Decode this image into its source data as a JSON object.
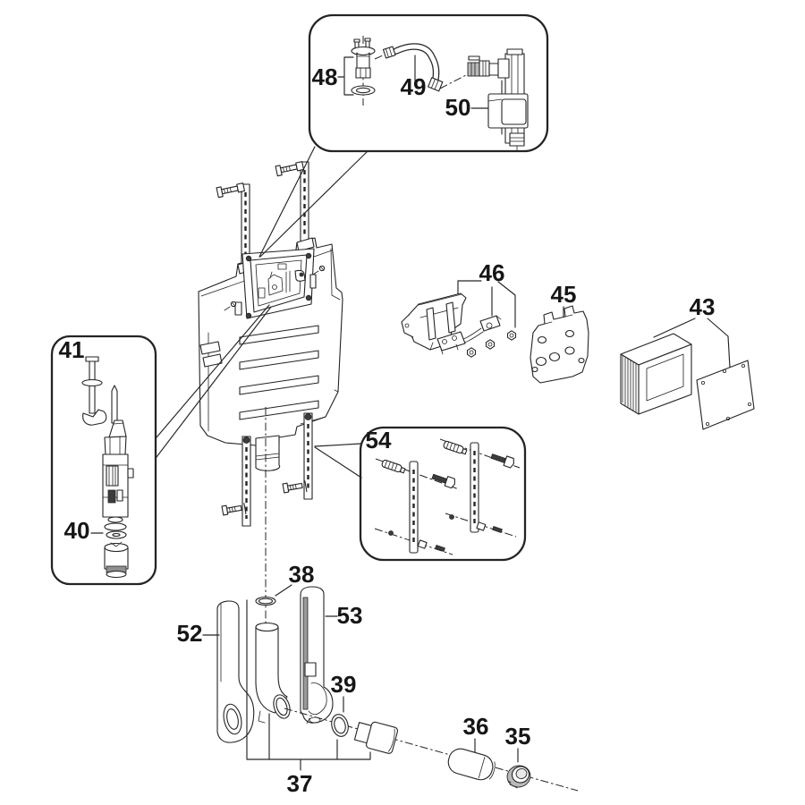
{
  "diagram": {
    "kind": "exploded-parts-diagram",
    "background_color": "#ffffff",
    "line_color": "#242424",
    "label_color": "#161616"
  },
  "labels": {
    "p35": "35",
    "p36": "36",
    "p37": "37",
    "p38": "38",
    "p39": "39",
    "p40": "40",
    "p41": "41",
    "p43": "43",
    "p45": "45",
    "p46": "46",
    "p48": "48",
    "p49": "49",
    "p50": "50",
    "p52": "52",
    "p53": "53",
    "p54": "54"
  },
  "callout_groups": [
    {
      "id": "inlet-valve-detail",
      "parts": [
        "48",
        "49",
        "50"
      ]
    },
    {
      "id": "flush-valve-detail",
      "parts": [
        "41",
        "40"
      ]
    },
    {
      "id": "mounting-hardware-detail",
      "parts": [
        "54"
      ]
    },
    {
      "id": "flush-pipe-assembly",
      "parts": [
        "37",
        "38",
        "39"
      ]
    }
  ]
}
